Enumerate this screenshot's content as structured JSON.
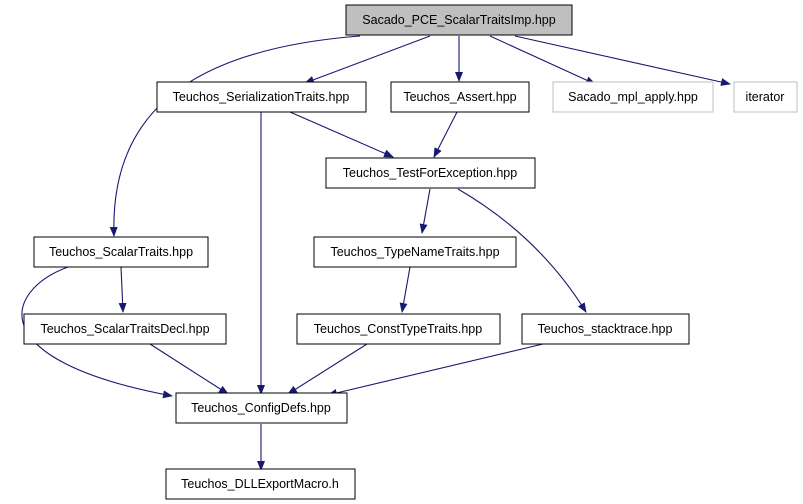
{
  "colors": {
    "edge": "#191970",
    "node_border": "#000000",
    "external_border": "#bfbfbf",
    "root_fill": "#bfbfbf",
    "node_fill": "#ffffff"
  },
  "nodes": {
    "root": {
      "label": "Sacado_PCE_ScalarTraitsImp.hpp",
      "style": "root"
    },
    "serialization_traits": {
      "label": "Teuchos_SerializationTraits.hpp",
      "style": "normal"
    },
    "assert": {
      "label": "Teuchos_Assert.hpp",
      "style": "normal"
    },
    "mpl_apply": {
      "label": "Sacado_mpl_apply.hpp",
      "style": "external"
    },
    "iterator": {
      "label": "iterator",
      "style": "external"
    },
    "test_for_exception": {
      "label": "Teuchos_TestForException.hpp",
      "style": "normal"
    },
    "scalar_traits": {
      "label": "Teuchos_ScalarTraits.hpp",
      "style": "normal"
    },
    "type_name_traits": {
      "label": "Teuchos_TypeNameTraits.hpp",
      "style": "normal"
    },
    "scalar_traits_decl": {
      "label": "Teuchos_ScalarTraitsDecl.hpp",
      "style": "normal"
    },
    "const_type_traits": {
      "label": "Teuchos_ConstTypeTraits.hpp",
      "style": "normal"
    },
    "stacktrace": {
      "label": "Teuchos_stacktrace.hpp",
      "style": "normal"
    },
    "config_defs": {
      "label": "Teuchos_ConfigDefs.hpp",
      "style": "normal"
    },
    "dll_export_macro": {
      "label": "Teuchos_DLLExportMacro.h",
      "style": "normal"
    }
  },
  "edges": [
    {
      "from": "root",
      "to": "scalar_traits"
    },
    {
      "from": "root",
      "to": "serialization_traits"
    },
    {
      "from": "root",
      "to": "assert"
    },
    {
      "from": "root",
      "to": "mpl_apply"
    },
    {
      "from": "root",
      "to": "iterator"
    },
    {
      "from": "serialization_traits",
      "to": "test_for_exception"
    },
    {
      "from": "serialization_traits",
      "to": "config_defs"
    },
    {
      "from": "assert",
      "to": "test_for_exception"
    },
    {
      "from": "test_for_exception",
      "to": "type_name_traits"
    },
    {
      "from": "test_for_exception",
      "to": "stacktrace"
    },
    {
      "from": "scalar_traits",
      "to": "scalar_traits_decl"
    },
    {
      "from": "scalar_traits",
      "to": "config_defs"
    },
    {
      "from": "type_name_traits",
      "to": "const_type_traits"
    },
    {
      "from": "scalar_traits_decl",
      "to": "config_defs"
    },
    {
      "from": "const_type_traits",
      "to": "config_defs"
    },
    {
      "from": "stacktrace",
      "to": "config_defs"
    },
    {
      "from": "config_defs",
      "to": "dll_export_macro"
    }
  ]
}
